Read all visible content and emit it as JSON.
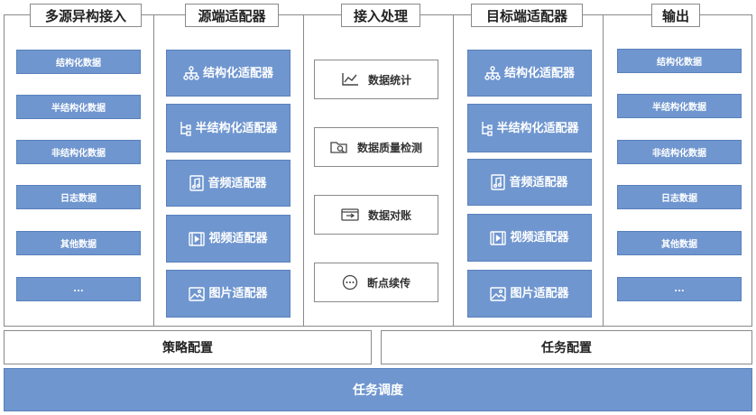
{
  "columns": {
    "source": {
      "title": "多源异构接入",
      "items": [
        "结构化数据",
        "半结构化数据",
        "非结构化数据",
        "日志数据",
        "其他数据",
        "..."
      ]
    },
    "source_adapters": {
      "title": "源端适配器",
      "items": [
        "结构化适配器",
        "半结构化适配器",
        "音频适配器",
        "视频适配器",
        "图片适配器"
      ]
    },
    "processing": {
      "title": "接入处理",
      "items": [
        "数据统计",
        "数据质量检测",
        "数据对账",
        "断点续传"
      ]
    },
    "target_adapters": {
      "title": "目标端适配器",
      "items": [
        "结构化适配器",
        "半结构化适配器",
        "音频适配器",
        "视频适配器",
        "图片适配器"
      ]
    },
    "output": {
      "title": "输出",
      "items": [
        "结构化数据",
        "半结构化数据",
        "非结构化数据",
        "日志数据",
        "其他数据",
        "..."
      ]
    }
  },
  "bottom": {
    "strategy": "策略配置",
    "task_config": "任务配置",
    "scheduling": "任务调度"
  },
  "colors": {
    "accent": "#6f96cf",
    "border": "#8a8a8a"
  }
}
